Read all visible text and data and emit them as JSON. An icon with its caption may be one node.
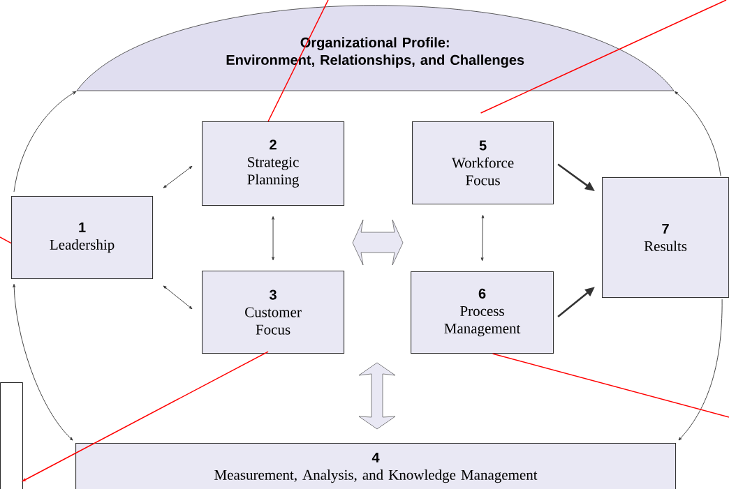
{
  "diagram": {
    "nodes": [
      {
        "text": [
          "Organizational Profile:",
          "Environment, Relationships, and Challenges"
        ]
      },
      {
        "text": [
          "1",
          "Leadership"
        ]
      },
      {
        "text": [
          "2",
          "Strategic Planning"
        ]
      },
      {
        "text": [
          "3",
          "Customer Focus"
        ]
      },
      {
        "text": [
          "5",
          "Workforce Focus"
        ]
      },
      {
        "text": [
          "6",
          "Process Management"
        ]
      },
      {
        "text": [
          "7",
          "Results"
        ]
      },
      {
        "text": [
          "4",
          "Measurement, Analysis, and Knowledge Management"
        ]
      },
      {
        "text": [],
        "shape": "box"
      }
    ],
    "edges": [
      {
        "from": 1,
        "to": 2,
        "arrow": "both"
      },
      {
        "from": 1,
        "to": 3,
        "arrow": "both"
      },
      {
        "from": 2,
        "to": 3,
        "arrow": "both"
      },
      {
        "from": 4,
        "to": 5,
        "arrow": "both"
      },
      {
        "from": 4,
        "to": 6,
        "arrow": "to",
        "style": "thick"
      },
      {
        "from": 5,
        "to": 6,
        "arrow": "to",
        "style": "thick"
      },
      {
        "from": 1,
        "to": 0,
        "arrow": "to"
      },
      {
        "from": 7,
        "to": 1,
        "arrow": "both"
      },
      {
        "from": 6,
        "to": 0,
        "arrow": "to"
      },
      {
        "from": 6,
        "to": 7,
        "arrow": "to"
      },
      {
        "from": 0,
        "to": 2,
        "arrow": "none",
        "color": "#ff0000"
      },
      {
        "from": null,
        "to": 4,
        "arrow": "none",
        "color": "#ff0000"
      },
      {
        "from": null,
        "to": 1,
        "arrow": "none",
        "color": "#ff0000"
      },
      {
        "from": 3,
        "to": 8,
        "arrow": "to",
        "color": "#ff0000"
      },
      {
        "from": 5,
        "to": null,
        "arrow": "none",
        "color": "#ff0000"
      }
    ]
  }
}
